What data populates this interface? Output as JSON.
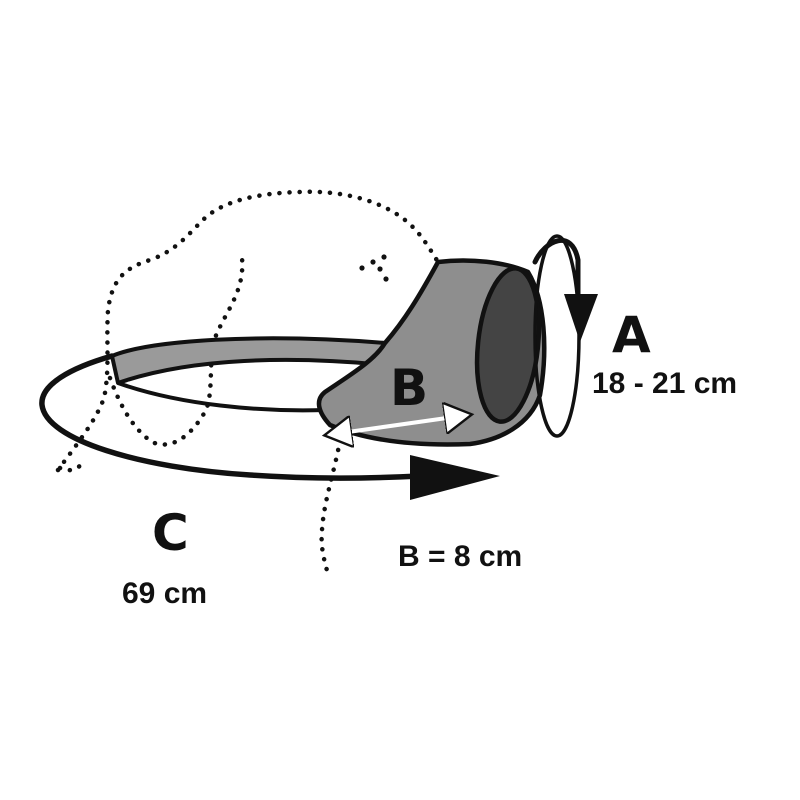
{
  "labels": {
    "a_letter": "A",
    "a_measure": "18 - 21 cm",
    "b_letter": "B",
    "b_measure": "B = 8 cm",
    "c_letter": "C",
    "c_measure": "69 cm"
  },
  "colors": {
    "ink": "#111111",
    "muzzle_fill": "#8e8e8e",
    "strap_fill": "#9a9a9a",
    "opening_fill": "#444444",
    "arrow_b": "#ffffff"
  }
}
